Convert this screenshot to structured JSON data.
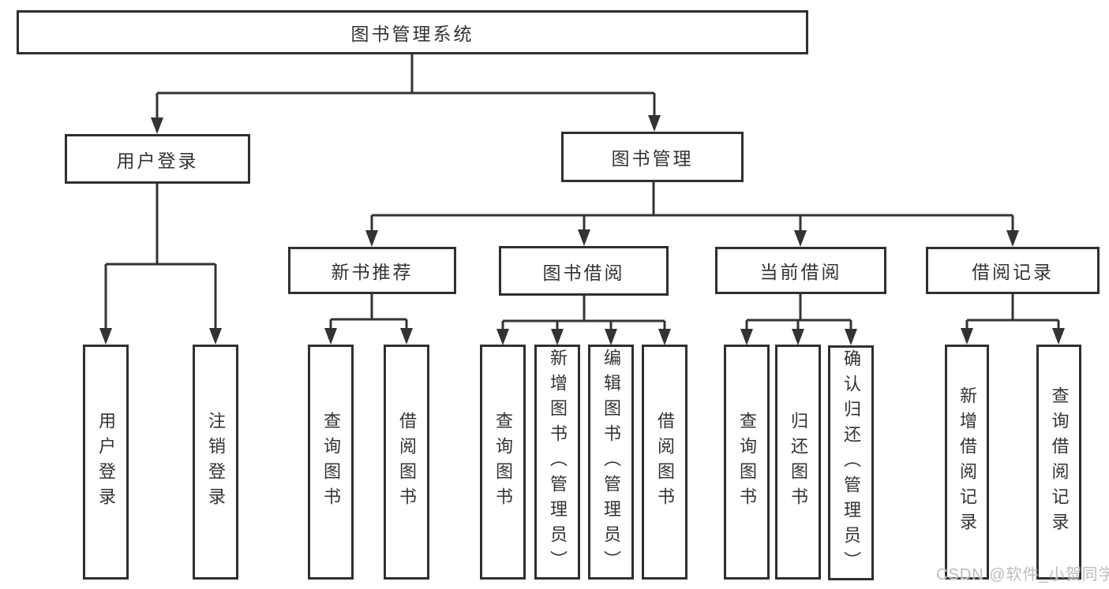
{
  "title": "图书管理系统",
  "tree": {
    "label": "图书管理系统",
    "children": [
      {
        "label": "用户登录",
        "children": [
          {
            "label": "用户登录"
          },
          {
            "label": "注销登录"
          }
        ]
      },
      {
        "label": "图书管理",
        "children": [
          {
            "label": "新书推荐",
            "children": [
              {
                "label": "查询图书"
              },
              {
                "label": "借阅图书"
              }
            ]
          },
          {
            "label": "图书借阅",
            "children": [
              {
                "label": "查询图书"
              },
              {
                "label": "新增图书（管理员）"
              },
              {
                "label": "编辑图书（管理员）"
              },
              {
                "label": "借阅图书"
              }
            ]
          },
          {
            "label": "当前借阅",
            "children": [
              {
                "label": "查询图书"
              },
              {
                "label": "归还图书"
              },
              {
                "label": "确认归还（管理员）"
              }
            ]
          },
          {
            "label": "借阅记录",
            "children": [
              {
                "label": "新增借阅记录"
              },
              {
                "label": "查询借阅记录"
              }
            ]
          }
        ]
      }
    ]
  },
  "watermark": "CSDN @软件_小贺同学",
  "colors": {
    "line": "#333333",
    "border": "#2f2f2f",
    "text": "#333333",
    "background": "#ffffff",
    "watermark": "#bcbcbc"
  }
}
